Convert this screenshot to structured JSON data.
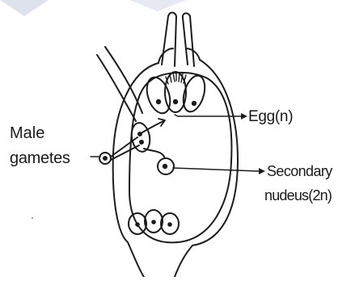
{
  "labels": {
    "male": "Male",
    "gametes": "gametes",
    "egg": "Egg(n)",
    "secondary": "Secondary",
    "nucleus": "nudeus(2n)"
  }
}
